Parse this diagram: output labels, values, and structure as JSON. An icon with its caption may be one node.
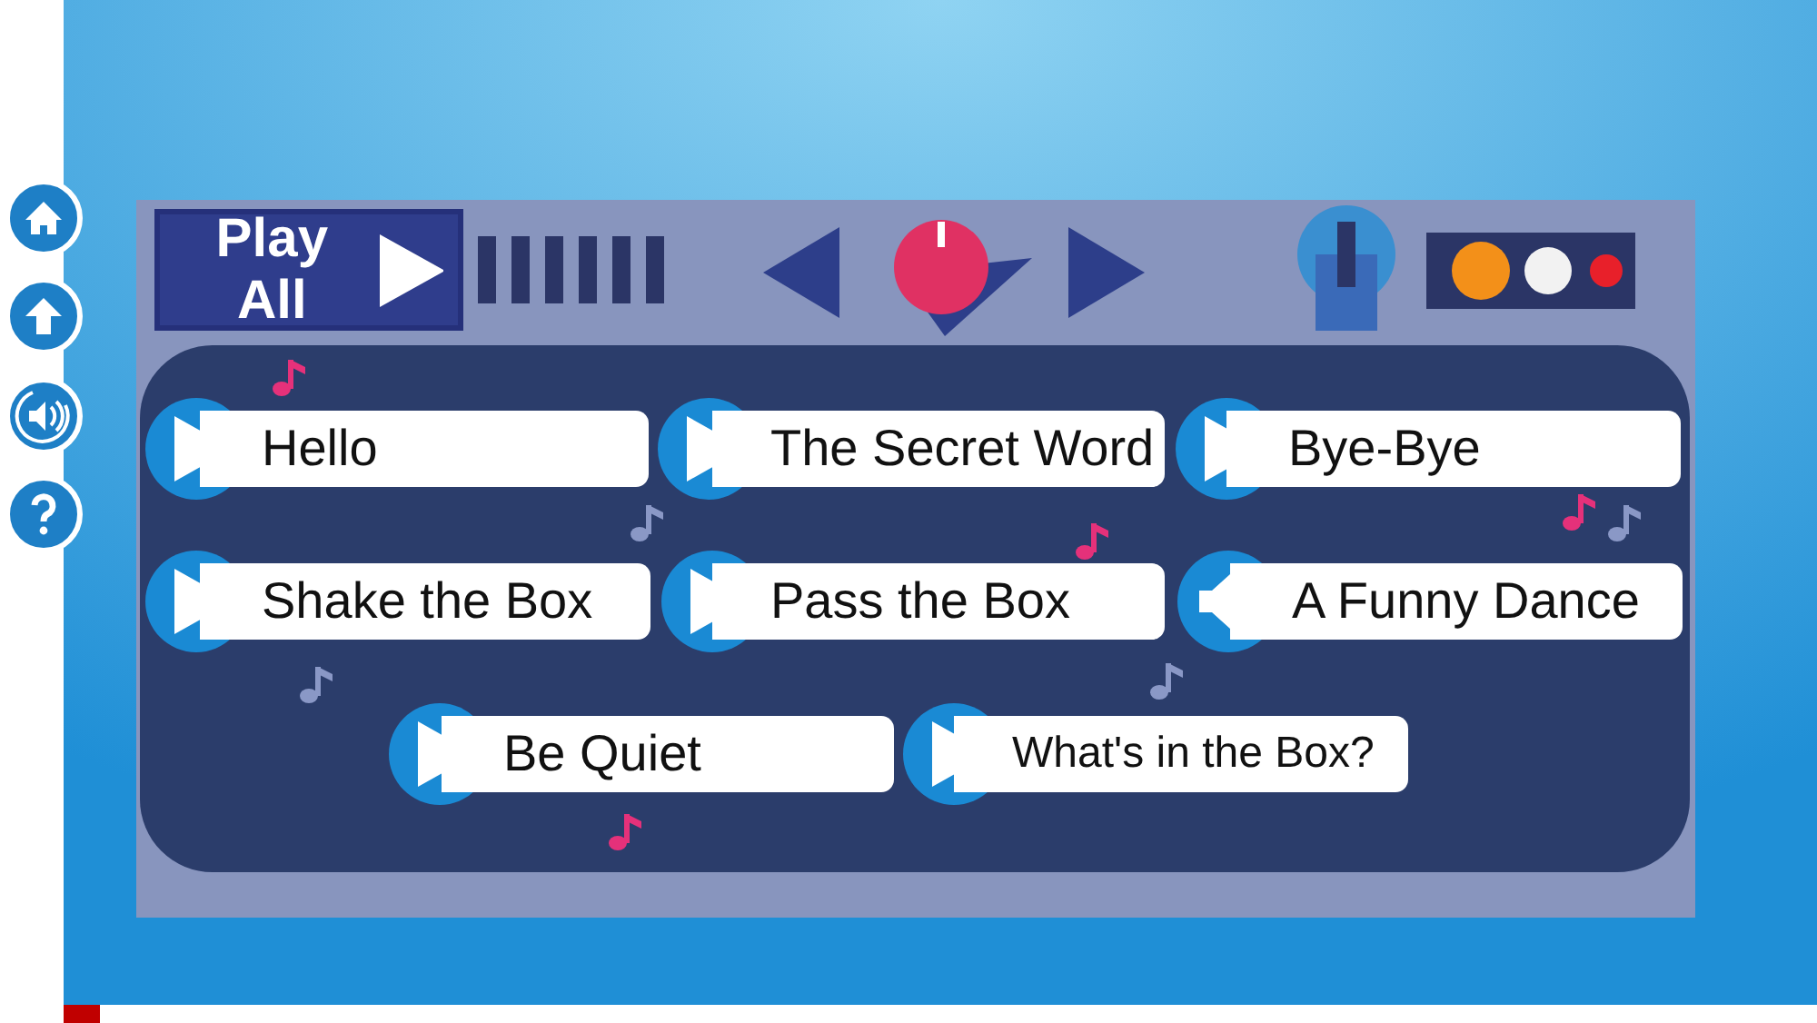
{
  "diagram": {
    "nodes": [
      {
        "text": [
          "Play All"
        ]
      },
      {
        "text": [
          "Hello"
        ]
      },
      {
        "text": [
          "The Secret Word"
        ]
      },
      {
        "text": [
          "Bye-Bye"
        ]
      },
      {
        "text": [
          "Shake the Box"
        ]
      },
      {
        "text": [
          "Pass the Box"
        ]
      },
      {
        "text": [
          "A Funny Dance"
        ]
      },
      {
        "text": [
          "Be Quiet"
        ]
      },
      {
        "text": [
          "What's in the Box?"
        ]
      }
    ]
  }
}
